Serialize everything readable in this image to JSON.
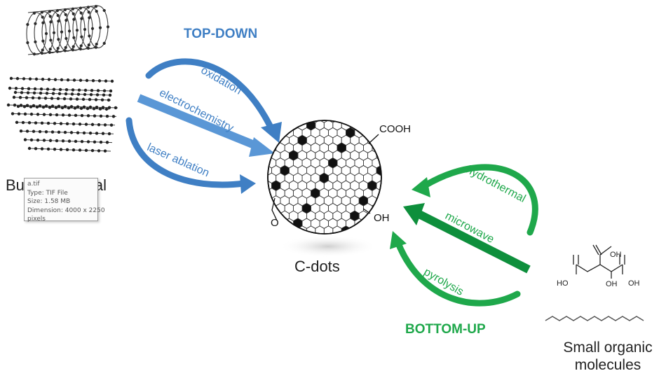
{
  "headings": {
    "top_down": "TOP-DOWN",
    "bottom_up": "BOTTOM-UP"
  },
  "top_down_methods": [
    "oxidation",
    "electrochemistry",
    "laser ablation"
  ],
  "bottom_up_methods": [
    "hydrothermal",
    "microwave",
    "pyrolysis"
  ],
  "labels": {
    "bulk_material_left": "Bu",
    "bulk_material_right": "ial",
    "cdots": "C-dots",
    "small_organic_line1": "Small organic",
    "small_organic_line2": "molecules"
  },
  "functional_groups": {
    "cooh": "COOH",
    "oh": "OH",
    "o": "O"
  },
  "citric_acid": {
    "oh_top": "OH",
    "ho_left": "HO",
    "oh_right": "OH",
    "oh_mid": "OH"
  },
  "tooltip": {
    "name": "a.tif",
    "type": "Type: TIF File",
    "size": "Size: 1.58 MB",
    "dimension": "Dimension: 4000 x 2250",
    "extra": "pixels"
  },
  "colors": {
    "top_down": "#3f7fc4",
    "bottom_up": "#1fa84b",
    "text": "#222222"
  }
}
